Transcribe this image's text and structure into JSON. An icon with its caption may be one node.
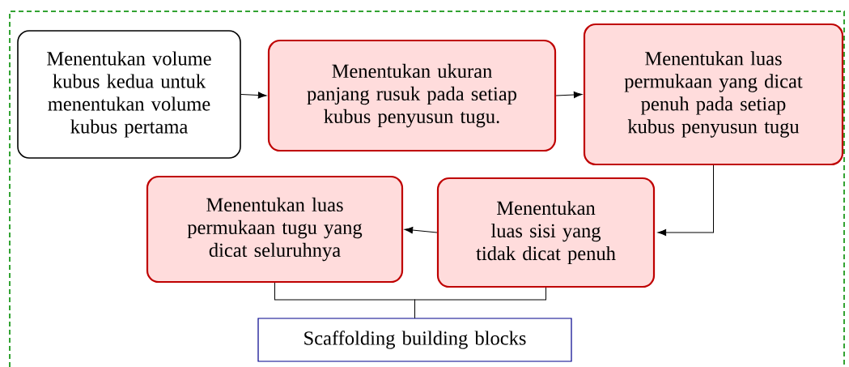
{
  "diagram": {
    "nodes": [
      {
        "text": [
          "Menentukan volume kubus kedua untuk menentukan volume kubus pertama"
        ]
      },
      {
        "text": [
          "Menentukan ukuran panjang rusuk pada setiap kubus penyusun tugu."
        ]
      },
      {
        "text": [
          "Menentukan luas permukaan yang dicat penuh pada setiap kubus penyusun tugu"
        ]
      },
      {
        "text": [
          "Menentukan luas permukaan tugu yang dicat seluruhnya"
        ]
      },
      {
        "text": [
          "Menentukan luas sisi yang tidak dicat penuh"
        ]
      },
      {
        "text": [
          "Scaffolding building blocks"
        ]
      }
    ],
    "edges": [
      {
        "from": 0,
        "to": 1,
        "arrow": "to"
      },
      {
        "from": 1,
        "to": 2,
        "arrow": "to"
      },
      {
        "from": 2,
        "to": 4,
        "arrow": "to"
      },
      {
        "from": 4,
        "to": 3,
        "arrow": "to"
      },
      {
        "from": 3,
        "to": 5,
        "arrow": "none"
      },
      {
        "from": 4,
        "to": 5,
        "arrow": "none"
      }
    ]
  }
}
